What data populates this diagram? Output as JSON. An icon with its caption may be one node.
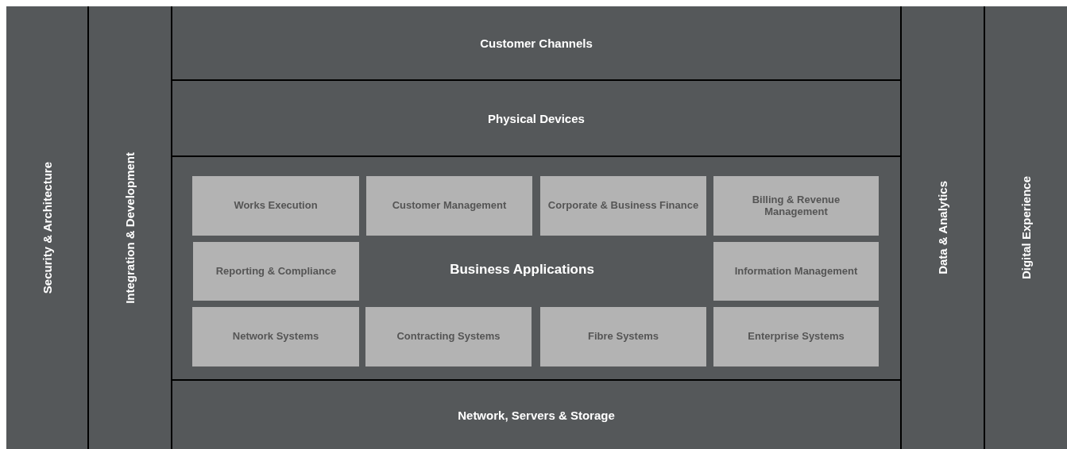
{
  "diagram": {
    "nodes": [
      {
        "text": [
          "Security & Architecture"
        ]
      },
      {
        "text": [
          "Integration & Development"
        ]
      },
      {
        "text": [
          "Customer Channels"
        ]
      },
      {
        "text": [
          "Physical Devices"
        ]
      },
      {
        "text": [
          "Business Applications"
        ]
      },
      {
        "text": [
          "Works Execution"
        ],
        "in": 4
      },
      {
        "text": [
          "Customer Management"
        ],
        "in": 4
      },
      {
        "text": [
          "Corporate & Business Finance"
        ],
        "in": 4
      },
      {
        "text": [
          "Billing & Revenue Management"
        ],
        "in": 4
      },
      {
        "text": [
          "Reporting & Compliance"
        ],
        "in": 4
      },
      {
        "text": [
          "Information Management"
        ],
        "in": 4
      },
      {
        "text": [
          "Network Systems"
        ],
        "in": 4
      },
      {
        "text": [
          "Contracting Systems"
        ],
        "in": 4
      },
      {
        "text": [
          "Fibre Systems"
        ],
        "in": 4
      },
      {
        "text": [
          "Enterprise Systems"
        ],
        "in": 4
      },
      {
        "text": [
          "Network, Servers & Storage"
        ]
      },
      {
        "text": [
          "Data & Analytics"
        ]
      },
      {
        "text": [
          "Digital Experience"
        ]
      }
    ]
  }
}
